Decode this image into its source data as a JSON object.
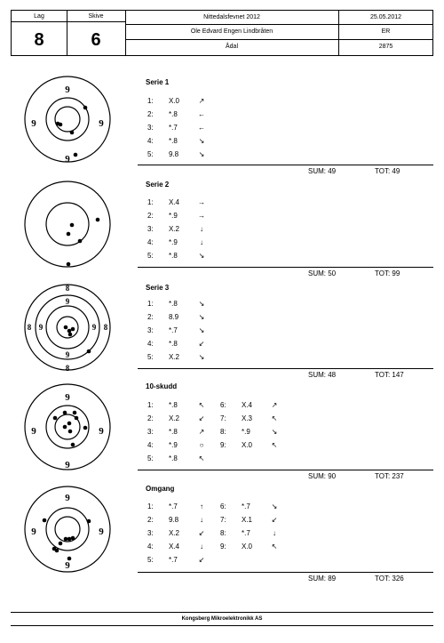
{
  "header": {
    "lag_label": "Lag",
    "lag_value": "8",
    "skive_label": "Skive",
    "skive_value": "6",
    "event": "Nittedalsfevnet 2012",
    "date": "25.05.2012",
    "shooter": "Ole Edvard Engen Lindbråten",
    "shooter_code": "ER",
    "club": "Ådal",
    "shooter_id": "2875"
  },
  "sections": [
    {
      "title": "Serie 1",
      "rings": [
        {
          "label": "9"
        }
      ],
      "shots": [
        {
          "n": "1:",
          "v": "X.0",
          "a": "↗"
        },
        {
          "n": "2:",
          "v": "*.8",
          "a": "←"
        },
        {
          "n": "3:",
          "v": "*.7",
          "a": "←"
        },
        {
          "n": "4:",
          "v": "*.8",
          "a": "↘"
        },
        {
          "n": "5:",
          "v": "9.8",
          "a": "↘"
        }
      ],
      "sum": "SUM: 49",
      "tot": "TOT: 49"
    },
    {
      "title": "Serie 2",
      "rings": [],
      "shots": [
        {
          "n": "1:",
          "v": "X.4",
          "a": "→"
        },
        {
          "n": "2:",
          "v": "*.9",
          "a": "→"
        },
        {
          "n": "3:",
          "v": "X.2",
          "a": "↓"
        },
        {
          "n": "4:",
          "v": "*.9",
          "a": "↓"
        },
        {
          "n": "5:",
          "v": "*.8",
          "a": "↘"
        }
      ],
      "sum": "SUM: 50",
      "tot": "TOT: 99"
    },
    {
      "title": "Serie 3",
      "rings": [
        {
          "label": "8"
        },
        {
          "label": "9"
        }
      ],
      "shots": [
        {
          "n": "1:",
          "v": "*.8",
          "a": "↘"
        },
        {
          "n": "2:",
          "v": "8.9",
          "a": "↘"
        },
        {
          "n": "3:",
          "v": "*.7",
          "a": "↘"
        },
        {
          "n": "4:",
          "v": "*.8",
          "a": "↙"
        },
        {
          "n": "5:",
          "v": "X.2",
          "a": "↘"
        }
      ],
      "sum": "SUM: 48",
      "tot": "TOT: 147"
    },
    {
      "title": "10-skudd",
      "rings": [
        {
          "label": "9"
        }
      ],
      "shots": [
        {
          "n": "1:",
          "v": "*.8",
          "a": "↖"
        },
        {
          "n": "2:",
          "v": "X.2",
          "a": "↙"
        },
        {
          "n": "3:",
          "v": "*.8",
          "a": "↗"
        },
        {
          "n": "4:",
          "v": "*.9",
          "a": "○"
        },
        {
          "n": "5:",
          "v": "*.8",
          "a": "↖"
        }
      ],
      "shots2": [
        {
          "n": "6:",
          "v": "X.4",
          "a": "↗"
        },
        {
          "n": "7:",
          "v": "X.3",
          "a": "↖"
        },
        {
          "n": "8:",
          "v": "*.9",
          "a": "↘"
        },
        {
          "n": "9:",
          "v": "X.0",
          "a": "↖"
        }
      ],
      "sum": "SUM: 90",
      "tot": "TOT: 237"
    },
    {
      "title": "Omgang",
      "rings": [
        {
          "label": "9"
        }
      ],
      "shots": [
        {
          "n": "1:",
          "v": "*.7",
          "a": "↑"
        },
        {
          "n": "2:",
          "v": "9.8",
          "a": "↓"
        },
        {
          "n": "3:",
          "v": "X.2",
          "a": "↙"
        },
        {
          "n": "4:",
          "v": "X.4",
          "a": "↓"
        },
        {
          "n": "5:",
          "v": "*.7",
          "a": "↙"
        }
      ],
      "shots2": [
        {
          "n": "6:",
          "v": "*.7",
          "a": "↘"
        },
        {
          "n": "7:",
          "v": "X.1",
          "a": "↙"
        },
        {
          "n": "8:",
          "v": "*.7",
          "a": "↓"
        },
        {
          "n": "9:",
          "v": "X.0",
          "a": "↖"
        }
      ],
      "sum": "SUM: 89",
      "tot": "TOT: 326"
    }
  ],
  "footer": {
    "text": "Kongsberg Mikroelektronikk AS"
  }
}
